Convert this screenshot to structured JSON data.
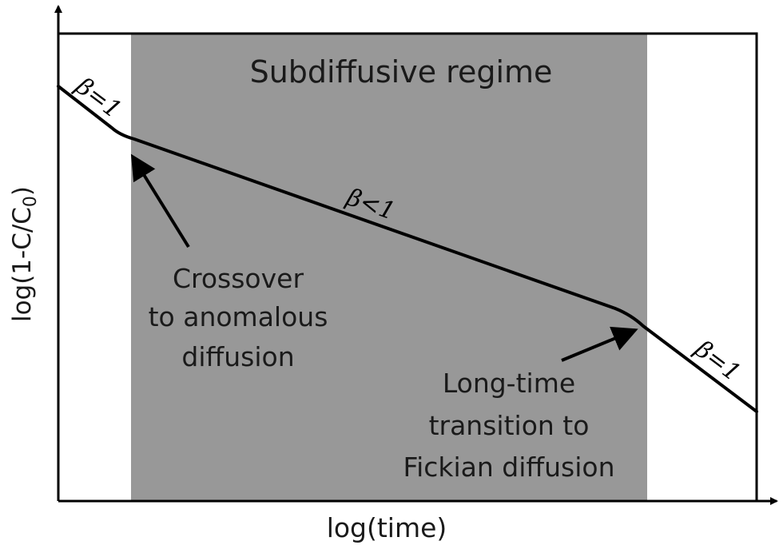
{
  "diagram": {
    "region_title": "Subdiffusive regime",
    "x_axis_label": "log(time)",
    "y_axis_label_prefix": "log(1-C/C",
    "y_axis_label_subscript": "0",
    "y_axis_label_suffix": ")",
    "segment_labels": {
      "early": "β=1",
      "middle": "β<1",
      "late": "β=1"
    },
    "annotations": {
      "crossover": {
        "lines": [
          "Crossover",
          "to anomalous",
          "diffusion"
        ]
      },
      "long_time": {
        "lines": [
          "Long-time",
          "transition to",
          "Fickian diffusion"
        ]
      }
    },
    "colors": {
      "shaded_region": "#989898",
      "curve": "#000000",
      "frame": "#000000",
      "background": "#ffffff"
    }
  }
}
